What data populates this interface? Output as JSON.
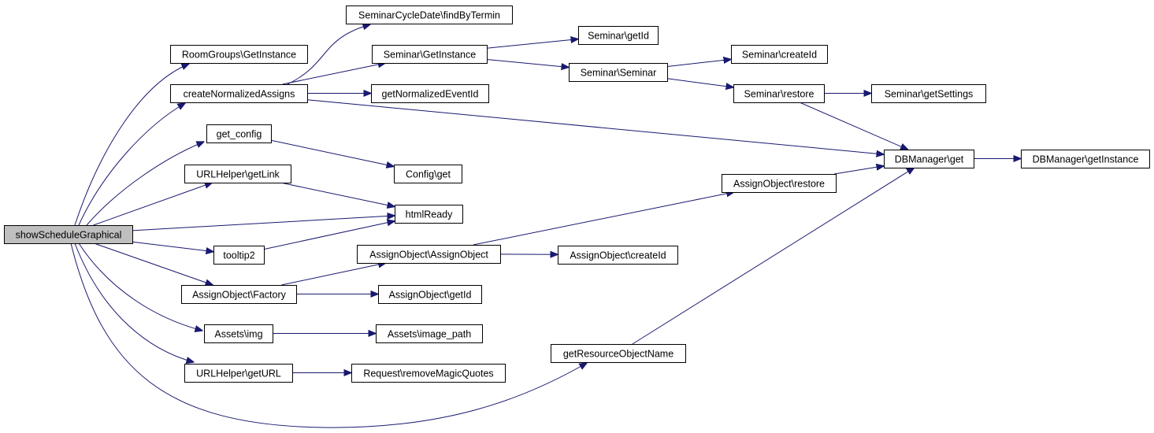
{
  "colors": {
    "edge": "#191970",
    "node_fill": "#ffffff",
    "root_fill": "#bfbfbf",
    "border": "#000000"
  },
  "nodes": [
    {
      "id": "root",
      "label": "showScheduleGraphical",
      "root": true
    },
    {
      "id": "roomgroups",
      "label": "RoomGroups\\GetInstance"
    },
    {
      "id": "cna",
      "label": "createNormalizedAssigns"
    },
    {
      "id": "getconfig",
      "label": "get_config"
    },
    {
      "id": "urlgetlink",
      "label": "URLHelper\\getLink"
    },
    {
      "id": "tooltip2",
      "label": "tooltip2"
    },
    {
      "id": "aofactory",
      "label": "AssignObject\\Factory"
    },
    {
      "id": "assetsimg",
      "label": "Assets\\img"
    },
    {
      "id": "urlgeturl",
      "label": "URLHelper\\getURL"
    },
    {
      "id": "scdfind",
      "label": "SeminarCycleDate\\findByTermin"
    },
    {
      "id": "semgetinst",
      "label": "Seminar\\GetInstance"
    },
    {
      "id": "getnorm",
      "label": "getNormalizedEventId"
    },
    {
      "id": "configget",
      "label": "Config\\get"
    },
    {
      "id": "htmlready",
      "label": "htmlReady"
    },
    {
      "id": "aoao",
      "label": "AssignObject\\AssignObject"
    },
    {
      "id": "aogetid",
      "label": "AssignObject\\getId"
    },
    {
      "id": "imagepath",
      "label": "Assets\\image_path"
    },
    {
      "id": "reqrmq",
      "label": "Request\\removeMagicQuotes"
    },
    {
      "id": "getres",
      "label": "getResourceObjectName"
    },
    {
      "id": "semgetid",
      "label": "Seminar\\getId"
    },
    {
      "id": "semsem",
      "label": "Seminar\\Seminar"
    },
    {
      "id": "aocreateid",
      "label": "AssignObject\\createId"
    },
    {
      "id": "aorestore",
      "label": "AssignObject\\restore"
    },
    {
      "id": "semcreateid",
      "label": "Seminar\\createId"
    },
    {
      "id": "semrestore",
      "label": "Seminar\\restore"
    },
    {
      "id": "dbget",
      "label": "DBManager\\get"
    },
    {
      "id": "semsettings",
      "label": "Seminar\\getSettings"
    },
    {
      "id": "dbinst",
      "label": "DBManager\\getInstance"
    }
  ],
  "edges": [
    [
      "root",
      "roomgroups"
    ],
    [
      "root",
      "cna"
    ],
    [
      "root",
      "getconfig"
    ],
    [
      "root",
      "urlgetlink"
    ],
    [
      "root",
      "htmlready"
    ],
    [
      "root",
      "tooltip2"
    ],
    [
      "root",
      "aofactory"
    ],
    [
      "root",
      "assetsimg"
    ],
    [
      "root",
      "urlgeturl"
    ],
    [
      "root",
      "getres"
    ],
    [
      "cna",
      "scdfind"
    ],
    [
      "cna",
      "semgetinst"
    ],
    [
      "cna",
      "getnorm"
    ],
    [
      "cna",
      "dbget"
    ],
    [
      "getconfig",
      "configget"
    ],
    [
      "urlgetlink",
      "htmlready"
    ],
    [
      "tooltip2",
      "htmlready"
    ],
    [
      "aofactory",
      "aoao"
    ],
    [
      "aofactory",
      "aogetid"
    ],
    [
      "assetsimg",
      "imagepath"
    ],
    [
      "urlgeturl",
      "reqrmq"
    ],
    [
      "semgetinst",
      "semgetid"
    ],
    [
      "semgetinst",
      "semsem"
    ],
    [
      "semsem",
      "semcreateid"
    ],
    [
      "semsem",
      "semrestore"
    ],
    [
      "semrestore",
      "semsettings"
    ],
    [
      "semrestore",
      "dbget"
    ],
    [
      "aoao",
      "aorestore"
    ],
    [
      "aoao",
      "aocreateid"
    ],
    [
      "aorestore",
      "dbget"
    ],
    [
      "getres",
      "dbget"
    ],
    [
      "dbget",
      "dbinst"
    ]
  ]
}
